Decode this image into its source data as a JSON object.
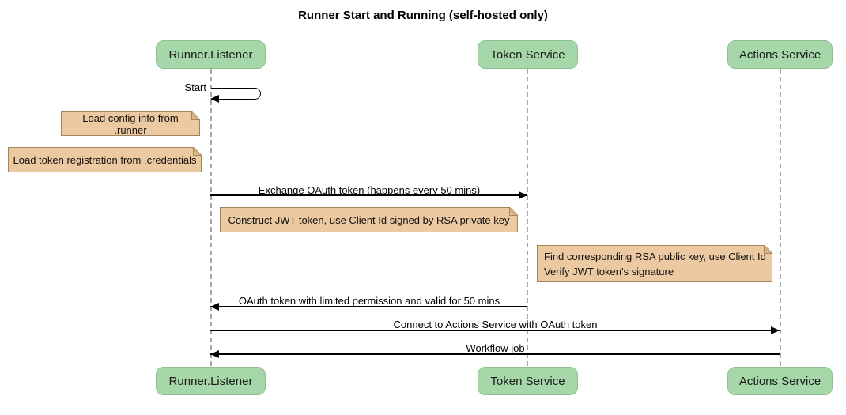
{
  "diagram": {
    "title": "Runner Start and Running (self-hosted only)",
    "type": "sequence-diagram"
  },
  "actors": {
    "runner_listener": "Runner.Listener",
    "token_service": "Token Service",
    "actions_service": "Actions Service"
  },
  "messages": {
    "start": "Start",
    "exchange_oauth": "Exchange OAuth token (happens every 50 mins)",
    "oauth_return": "OAuth token with limited permission and valid for 50 mins",
    "connect_actions": "Connect to Actions Service with OAuth token",
    "workflow_job": "Workflow job"
  },
  "notes": {
    "load_config": "Load config info from .runner",
    "load_token_registration": "Load token registration from .credentials",
    "construct_jwt": "Construct JWT token, use Client Id signed by RSA private key",
    "find_rsa_line1": "Find corresponding RSA public key, use Client Id",
    "find_rsa_line2": "Verify JWT token's signature"
  },
  "colors": {
    "actor_fill": "#a6d7a8",
    "actor_border": "#8fbf92",
    "note_fill": "#ecc9a0",
    "note_border": "#a1845a",
    "lifeline": "#a6a6a6",
    "message_line": "#000000",
    "background": "#ffffff"
  }
}
